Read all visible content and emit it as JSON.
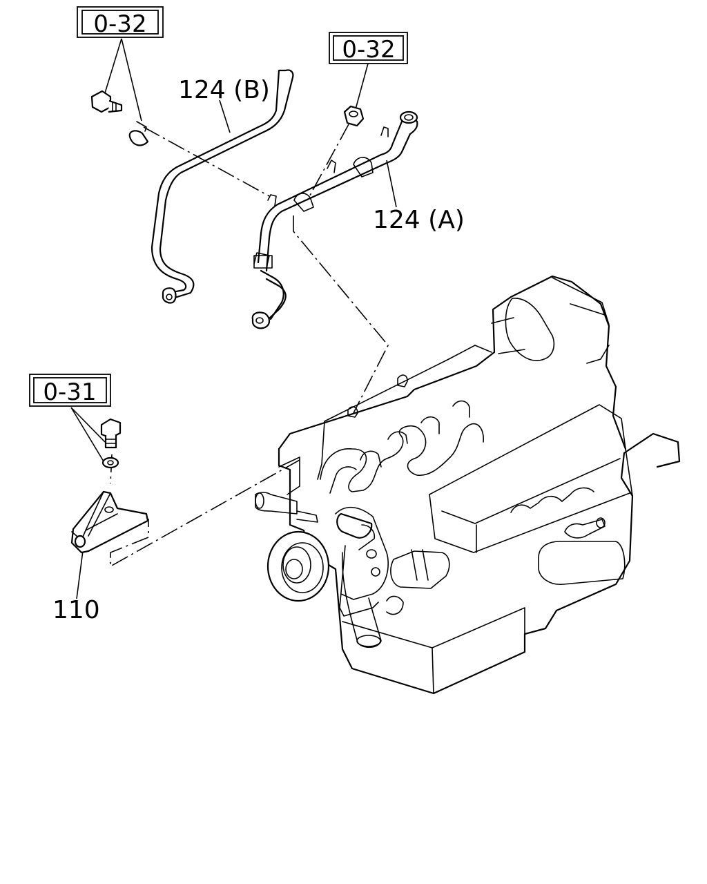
{
  "callouts": {
    "ref_top_left": "0-32",
    "ref_top_right": "0-32",
    "ref_left": "0-31",
    "part_124b": "124 (B)",
    "part_124a": "124 (A)",
    "part_110": "110"
  }
}
